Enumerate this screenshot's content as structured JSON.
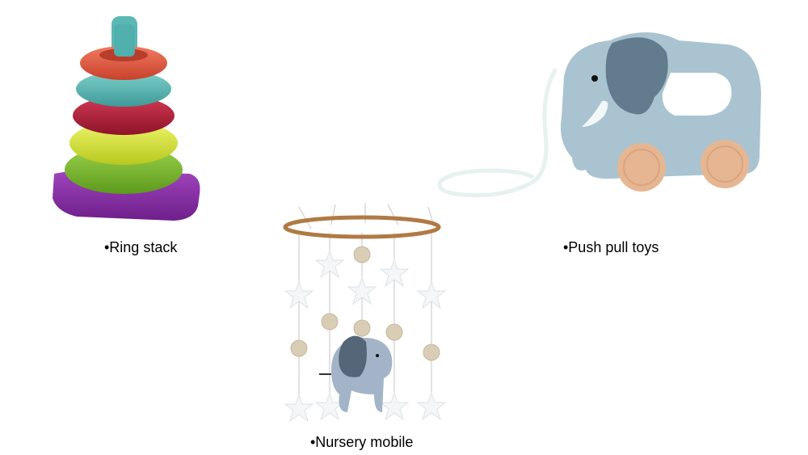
{
  "slide": {
    "items": [
      {
        "id": "ring-stack",
        "caption": "•Ring stack",
        "icon": "ring-stack-toy-image"
      },
      {
        "id": "push-pull",
        "caption": "•Push pull toys",
        "icon": "elephant-pull-toy-image"
      },
      {
        "id": "nursery-mobile",
        "caption": "•Nursery mobile",
        "icon": "nursery-mobile-image"
      }
    ]
  },
  "colors": {
    "ring_orange": "#e8573f",
    "ring_teal": "#5bb8b5",
    "ring_red": "#b51f3a",
    "ring_yellow": "#dbe83a",
    "ring_green": "#7cbf2e",
    "base_purple": "#8a2fa6",
    "elephant_body": "#a9c2cf",
    "elephant_ear": "#617b8d",
    "wood": "#e3b28e",
    "hoop": "#b07a45"
  }
}
